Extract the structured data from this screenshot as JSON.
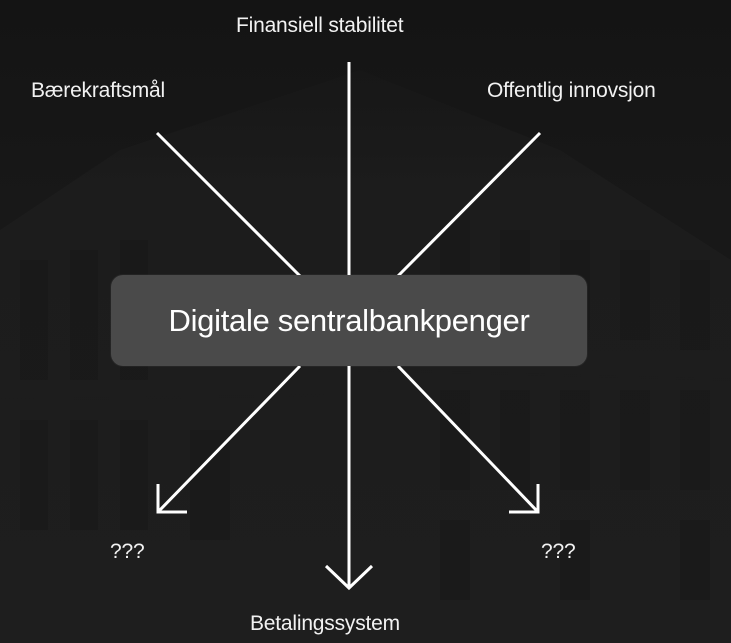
{
  "center": {
    "label": "Digitale sentralbankpenger"
  },
  "inputs": {
    "top": "Finansiell stabilitet",
    "top_left": "Bærekraftsmål",
    "top_right": "Offentlig innovsjon"
  },
  "outputs": {
    "bottom": "Betalingssystem",
    "bottom_left": "???",
    "bottom_right": "???"
  },
  "colors": {
    "background": "#141414",
    "arrow": "#ffffff",
    "center_box": "#4a4a4a",
    "text": "#ffffff"
  }
}
